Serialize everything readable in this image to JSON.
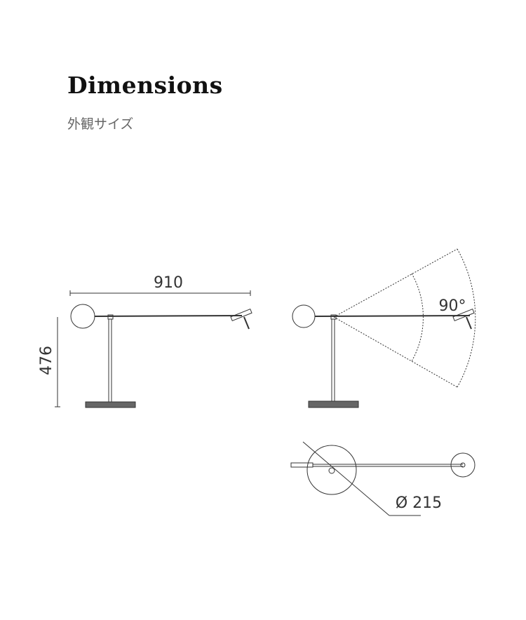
{
  "header": {
    "title": "Dimensions",
    "subtitle": "外観サイズ"
  },
  "diagram": {
    "width_label": "910",
    "height_label": "476",
    "angle_label": "90°",
    "base_diameter_label": "Ø 215"
  }
}
